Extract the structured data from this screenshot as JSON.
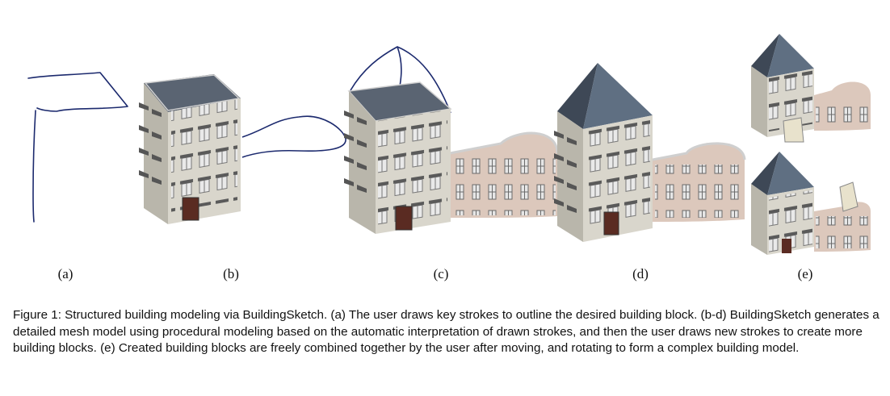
{
  "figure": {
    "panels": [
      {
        "label": "(a)",
        "content": "user-key-strokes"
      },
      {
        "label": "(b)",
        "content": "generated-building-block"
      },
      {
        "label": "(c)",
        "content": "new-strokes-added-block"
      },
      {
        "label": "(d)",
        "content": "roof-added-model"
      },
      {
        "label": "(e)",
        "content": "combined-building-models"
      }
    ],
    "colors": {
      "stroke": "#1c2a6e",
      "roof": "#5f6f82",
      "roof_dark": "#3e4856",
      "wall": "#d9d6cc",
      "wall_shade": "#b9b6ab",
      "pink_wall": "#dcc8bc",
      "pink_shade": "#c2aa9d",
      "window": "#6b6b6b",
      "door": "#5a2b22"
    }
  },
  "caption": {
    "text": "Figure 1: Structured building modeling via BuildingSketch. (a) The user draws key strokes to outline the desired building block. (b-d) BuildingSketch generates a detailed mesh model using procedural modeling based on the automatic interpretation of drawn strokes, and then the user draws new strokes to create more building blocks. (e) Created building blocks are freely combined together by the user after moving, and rotating to form a complex building model."
  }
}
